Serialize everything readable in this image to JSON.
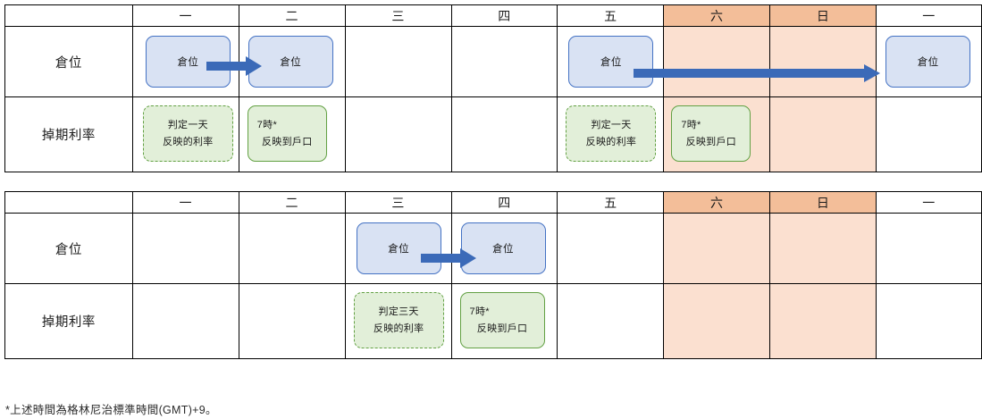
{
  "colors": {
    "weekend_header": "#F3BE99",
    "weekend_cell": "#FBE0D0",
    "position_box_fill": "#D9E2F3",
    "position_box_border": "#4472C4",
    "rate_box_fill": "#E2EFD9",
    "rate_box_border": "#63A144",
    "arrow": "#3B6AB8",
    "grid_line": "#000000",
    "text": "#262626"
  },
  "tables": [
    {
      "id": "table-week-1",
      "headers": [
        "",
        "一",
        "二",
        "三",
        "四",
        "五",
        "六",
        "日",
        "一"
      ],
      "weekend_columns": [
        6,
        7
      ],
      "rows": [
        {
          "label": "倉位",
          "cells": [
            {
              "col": 1,
              "box": "position",
              "text": "倉位"
            },
            {
              "col": 2,
              "box": "position",
              "text": "倉位"
            },
            {
              "col": 3,
              "box": "none",
              "text": ""
            },
            {
              "col": 4,
              "box": "none",
              "text": ""
            },
            {
              "col": 5,
              "box": "position",
              "text": "倉位"
            },
            {
              "col": 6,
              "box": "none",
              "text": ""
            },
            {
              "col": 7,
              "box": "none",
              "text": ""
            },
            {
              "col": 8,
              "box": "position",
              "text": "倉位"
            }
          ],
          "arrows": [
            {
              "name": "arrow-mon-to-tue",
              "from_col": 1,
              "to_col": 2
            },
            {
              "name": "arrow-fri-to-mon",
              "from_col": 5,
              "to_col": 8
            }
          ]
        },
        {
          "label": "掉期利率",
          "cells": [
            {
              "col": 1,
              "box": "rate-dashed",
              "line1": "判定一天",
              "line2": "反映的利率"
            },
            {
              "col": 2,
              "box": "rate-solid",
              "line1": "7時*",
              "line2": "反映到戶口"
            },
            {
              "col": 3,
              "box": "none"
            },
            {
              "col": 4,
              "box": "none"
            },
            {
              "col": 5,
              "box": "rate-dashed",
              "line1": "判定一天",
              "line2": "反映的利率"
            },
            {
              "col": 6,
              "box": "rate-solid",
              "line1": "7時*",
              "line2": "反映到戶口"
            },
            {
              "col": 7,
              "box": "none"
            },
            {
              "col": 8,
              "box": "none"
            }
          ],
          "arrows": []
        }
      ]
    },
    {
      "id": "table-week-2",
      "headers": [
        "",
        "一",
        "二",
        "三",
        "四",
        "五",
        "六",
        "日",
        "一"
      ],
      "weekend_columns": [
        6,
        7
      ],
      "rows": [
        {
          "label": "倉位",
          "cells": [
            {
              "col": 1,
              "box": "none",
              "text": ""
            },
            {
              "col": 2,
              "box": "none",
              "text": ""
            },
            {
              "col": 3,
              "box": "position",
              "text": "倉位"
            },
            {
              "col": 4,
              "box": "position",
              "text": "倉位"
            },
            {
              "col": 5,
              "box": "none",
              "text": ""
            },
            {
              "col": 6,
              "box": "none",
              "text": ""
            },
            {
              "col": 7,
              "box": "none",
              "text": ""
            },
            {
              "col": 8,
              "box": "none",
              "text": ""
            }
          ],
          "arrows": [
            {
              "name": "arrow-wed-to-thu",
              "from_col": 3,
              "to_col": 4
            }
          ]
        },
        {
          "label": "掉期利率",
          "cells": [
            {
              "col": 1,
              "box": "none"
            },
            {
              "col": 2,
              "box": "none"
            },
            {
              "col": 3,
              "box": "rate-dashed",
              "line1": "判定三天",
              "line2": "反映的利率"
            },
            {
              "col": 4,
              "box": "rate-solid",
              "line1": "7時*",
              "line2": "反映到戶口"
            },
            {
              "col": 5,
              "box": "none"
            },
            {
              "col": 6,
              "box": "none"
            },
            {
              "col": 7,
              "box": "none"
            },
            {
              "col": 8,
              "box": "none"
            }
          ],
          "arrows": []
        }
      ]
    }
  ],
  "footnote": "*上述時間為格林尼治標準時間(GMT)+9。"
}
